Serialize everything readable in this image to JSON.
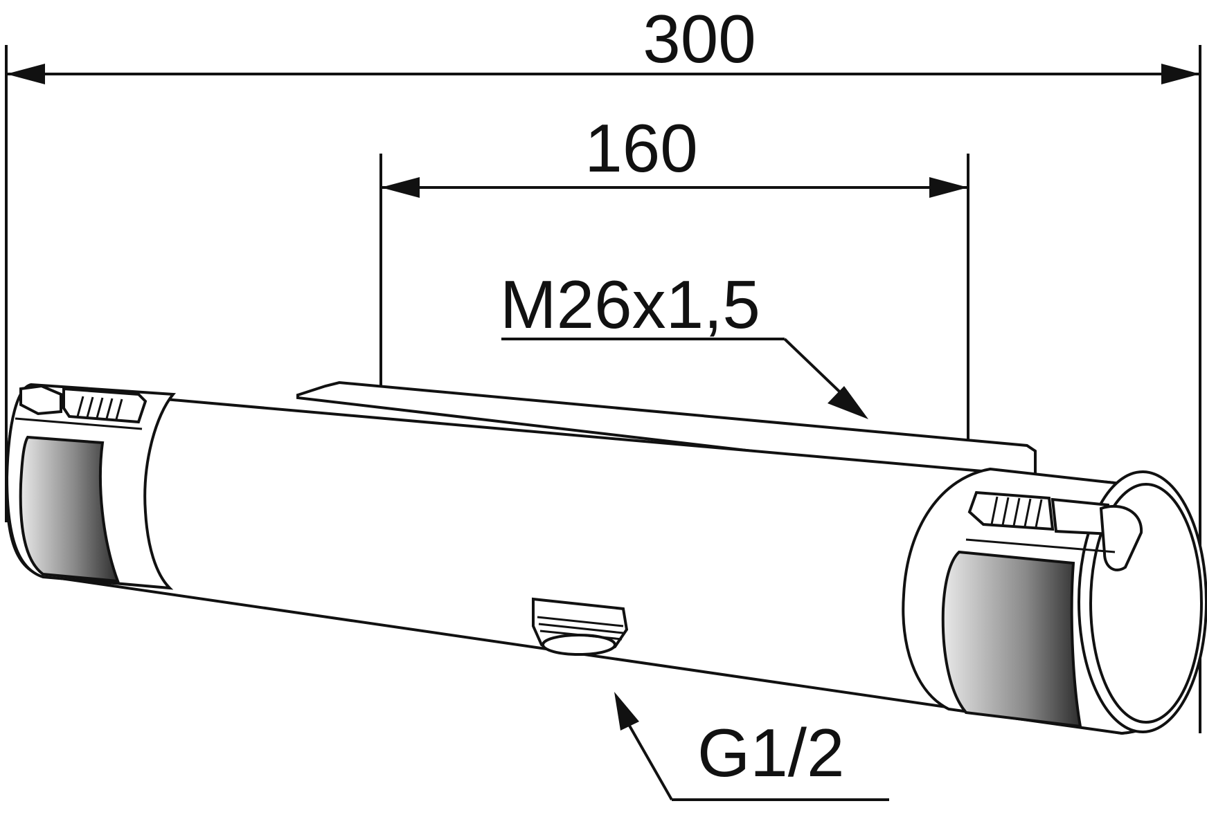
{
  "dimensions": {
    "overall_length": "300",
    "inlet_spacing": "160"
  },
  "callouts": {
    "outlet_thread": "M26x1,5",
    "inlet_thread": "G1/2"
  },
  "colors": {
    "line": "#111111",
    "background": "#ffffff",
    "band_dark": "#3c3c3c",
    "band_light": "#e8e8e8"
  }
}
